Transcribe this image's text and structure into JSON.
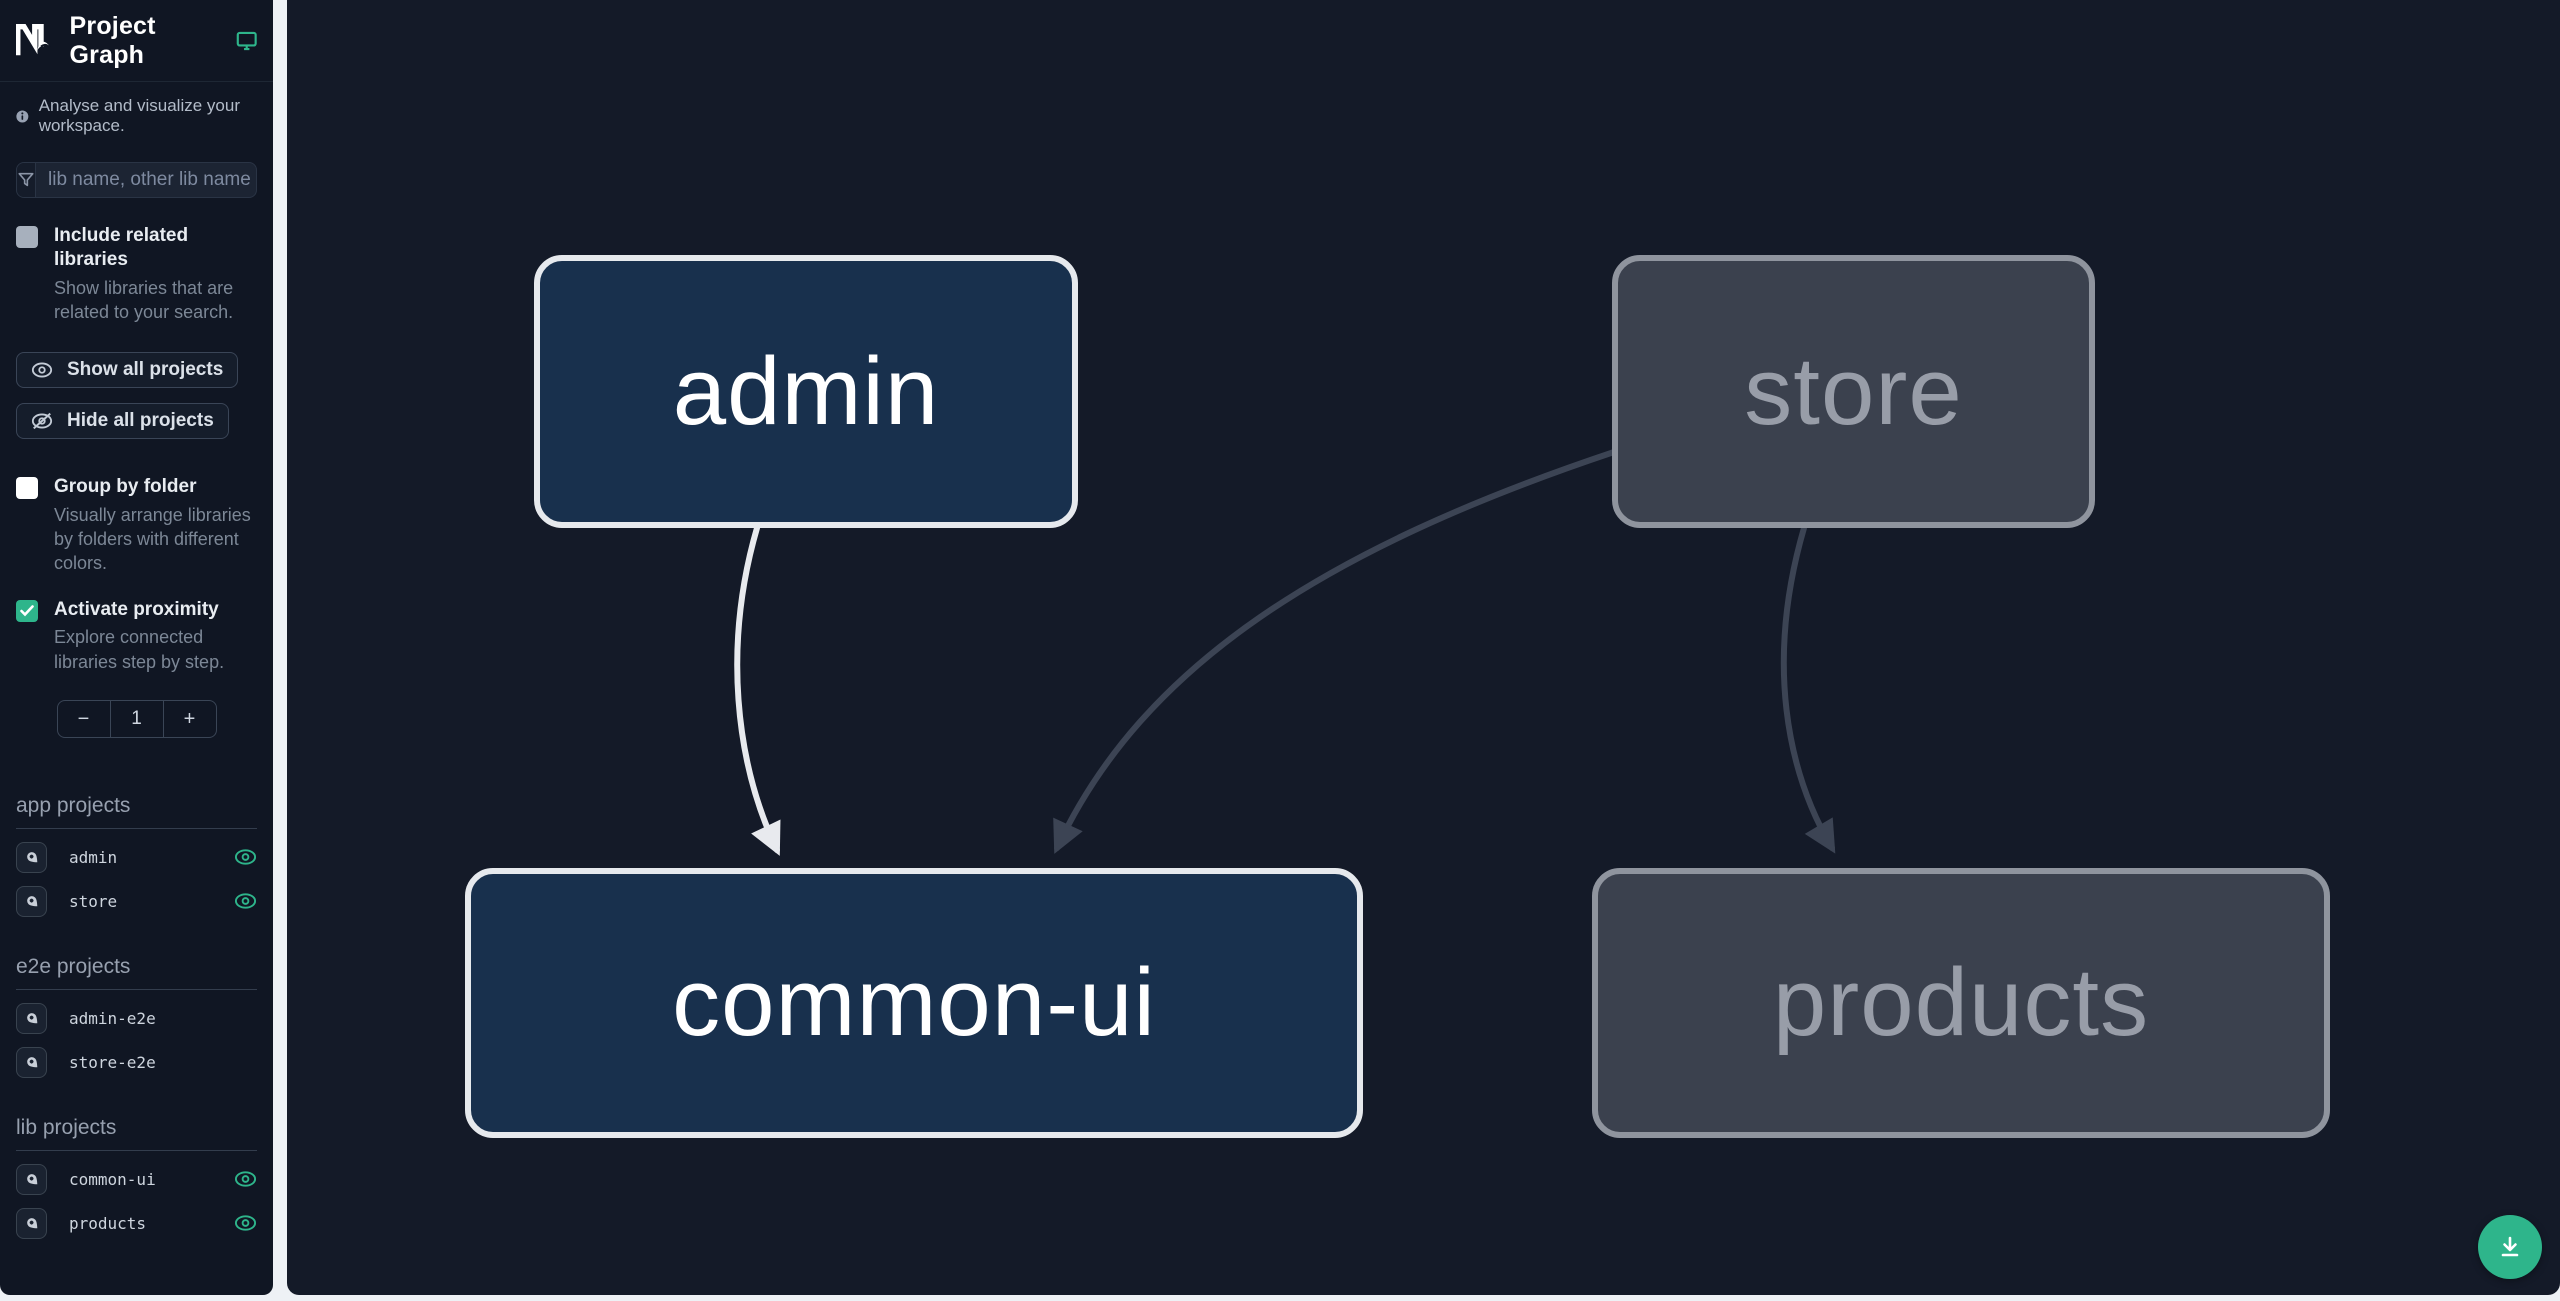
{
  "app": {
    "title": "Project Graph"
  },
  "sidebar": {
    "tagline": "Analyse and visualize your workspace.",
    "search": {
      "placeholder": "lib name, other lib name"
    },
    "include_related": {
      "label": "Include related libraries",
      "description": "Show libraries that are related to your search.",
      "checked": false
    },
    "actions": {
      "show_all": "Show all projects",
      "hide_all": "Hide all projects"
    },
    "group_by_folder": {
      "label": "Group by folder",
      "description": "Visually arrange libraries by folders with different colors.",
      "checked": false
    },
    "activate_proximity": {
      "label": "Activate proximity",
      "description": "Explore connected libraries step by step.",
      "checked": true
    },
    "proximity_stepper": {
      "decrement": "−",
      "value": "1",
      "increment": "+"
    },
    "sections": [
      {
        "title": "app projects",
        "items": [
          {
            "name": "admin",
            "visible": true
          },
          {
            "name": "store",
            "visible": true
          }
        ]
      },
      {
        "title": "e2e projects",
        "items": [
          {
            "name": "admin-e2e",
            "visible": false
          },
          {
            "name": "store-e2e",
            "visible": false
          }
        ]
      },
      {
        "title": "lib projects",
        "items": [
          {
            "name": "common-ui",
            "visible": true
          },
          {
            "name": "products",
            "visible": true
          }
        ]
      }
    ]
  },
  "graph": {
    "nodes": [
      {
        "id": "admin",
        "label": "admin",
        "state": "focused"
      },
      {
        "id": "store",
        "label": "store",
        "state": "unfocused"
      },
      {
        "id": "common-ui",
        "label": "common-ui",
        "state": "focused"
      },
      {
        "id": "products",
        "label": "products",
        "state": "unfocused"
      }
    ],
    "edges": [
      {
        "from": "admin",
        "to": "common-ui",
        "highlighted": true
      },
      {
        "from": "store",
        "to": "common-ui",
        "highlighted": false
      },
      {
        "from": "store",
        "to": "products",
        "highlighted": false
      }
    ]
  },
  "fab": {
    "action": "download"
  },
  "colors": {
    "accent_green": "#2eb58b",
    "node_focused_fill": "#18304d",
    "node_focused_border": "#e6e9ed",
    "node_unfocused_fill": "#3b414e",
    "node_unfocused_border": "#8f949e",
    "edge_highlight": "#e8eaee",
    "edge_default": "#3c4454"
  }
}
